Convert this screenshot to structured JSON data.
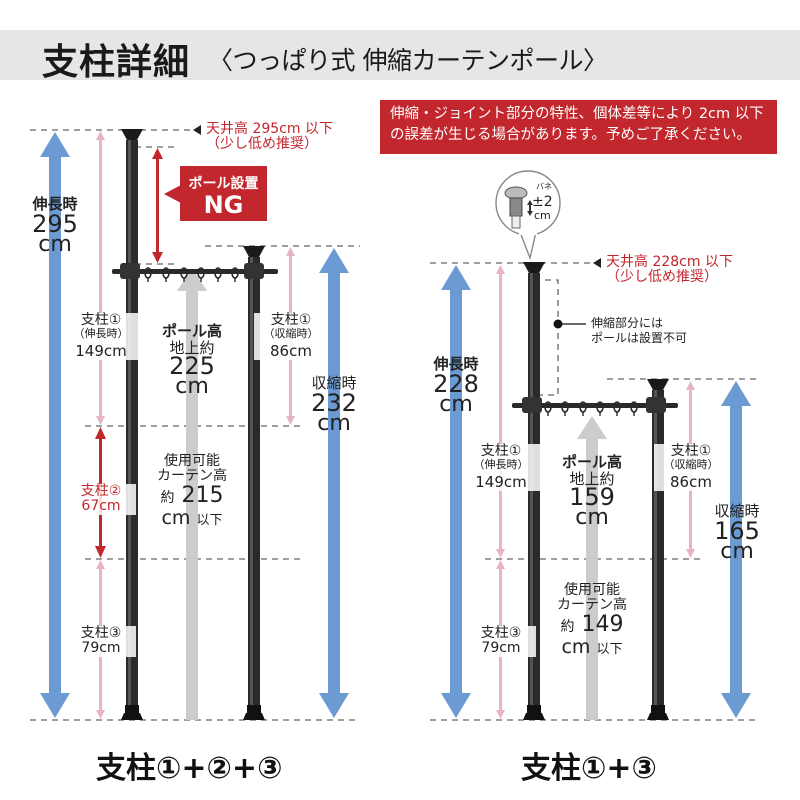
{
  "header": {
    "title": "支柱詳細",
    "subtitle": "〈つっぱり式 伸縮カーテンポール〉"
  },
  "notice": {
    "line1": "伸縮・ジョイント部分の特性、個体差等により 2cm 以下",
    "line2": "の誤差が生じる場合があります。予めご了承ください。"
  },
  "colors": {
    "accent_red": "#c1272d",
    "blue_arrow": "#6b9bd2",
    "pink_arrow": "#e8b4c0",
    "gray_arrow": "#cccccc",
    "pole": "#2a2a2a",
    "title_bar": "#e6e6e6"
  },
  "left": {
    "ceiling": {
      "line1": "天井高 295cm 以下",
      "line2": "（少し低め推奨）"
    },
    "ng_box": {
      "line1": "ポール設置",
      "line2": "NG"
    },
    "extended": {
      "label": "伸長時",
      "value": "295",
      "unit": "cm"
    },
    "retracted": {
      "label": "収縮時",
      "value": "232",
      "unit": "cm"
    },
    "pole1_ext": {
      "name": "支柱①",
      "note": "（伸長時）",
      "length": "149cm"
    },
    "pole1_ret": {
      "name": "支柱①",
      "note": "（収縮時）",
      "length": "86cm"
    },
    "pole2": {
      "name": "支柱②",
      "length": "67cm"
    },
    "pole3": {
      "name": "支柱③",
      "length": "79cm"
    },
    "rod_height": {
      "line1": "ポール高",
      "line2": "地上約",
      "value": "225",
      "unit": "cm"
    },
    "curtain_height": {
      "line1": "使用可能",
      "line2": "カーテン高",
      "prefix": "約",
      "value": "215",
      "unit": "cm",
      "suffix": "以下"
    },
    "caption": "支柱①+②+③"
  },
  "right": {
    "ceiling": {
      "line1": "天井高 228cm 以下",
      "line2": "（少し低め推奨）"
    },
    "spring": {
      "label": "バネ",
      "value": "±2",
      "unit": "cm"
    },
    "callout": {
      "line1": "伸縮部分には",
      "line2": "ポールは設置不可"
    },
    "extended": {
      "label": "伸長時",
      "value": "228",
      "unit": "cm"
    },
    "retracted": {
      "label": "収縮時",
      "value": "165",
      "unit": "cm"
    },
    "pole1_ext": {
      "name": "支柱①",
      "note": "（伸長時）",
      "length": "149cm"
    },
    "pole1_ret": {
      "name": "支柱①",
      "note": "（収縮時）",
      "length": "86cm"
    },
    "pole3": {
      "name": "支柱③",
      "length": "79cm"
    },
    "rod_height": {
      "line1": "ポール高",
      "line2": "地上約",
      "value": "159",
      "unit": "cm"
    },
    "curtain_height": {
      "line1": "使用可能",
      "line2": "カーテン高",
      "prefix": "約",
      "value": "149",
      "unit": "cm",
      "suffix": "以下"
    },
    "caption": "支柱①+③"
  }
}
